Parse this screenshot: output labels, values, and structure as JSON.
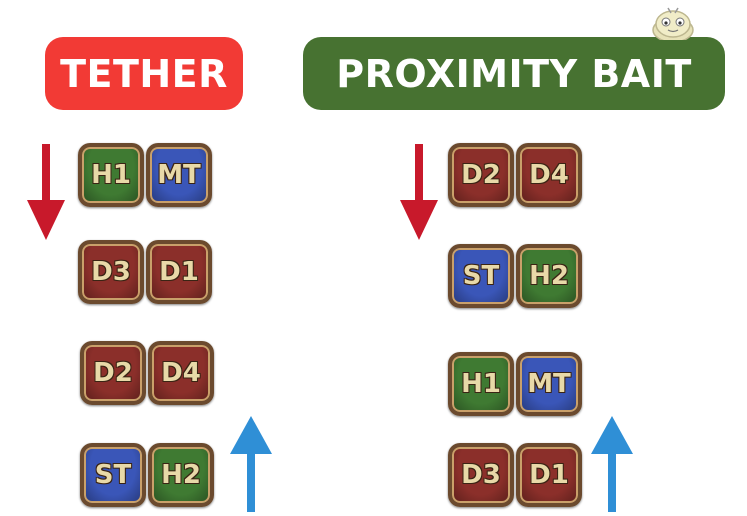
{
  "colors": {
    "tether_header": "#f23a35",
    "prox_header": "#477231",
    "dps": "#8b2f2a",
    "tank": "#3a56b8",
    "healer": "#3f7a32",
    "arrow_down": "#c8192b",
    "arrow_up": "#2f8fd6"
  },
  "headers": {
    "tether": "TETHER",
    "proximity": "PROXIMITY BAIT"
  },
  "tether": {
    "pairs": [
      {
        "roles": [
          {
            "label": "H1",
            "type": "healer"
          },
          {
            "label": "MT",
            "type": "tank"
          }
        ]
      },
      {
        "roles": [
          {
            "label": "D3",
            "type": "dps"
          },
          {
            "label": "D1",
            "type": "dps"
          }
        ]
      },
      {
        "roles": [
          {
            "label": "D2",
            "type": "dps"
          },
          {
            "label": "D4",
            "type": "dps"
          }
        ]
      },
      {
        "roles": [
          {
            "label": "ST",
            "type": "tank"
          },
          {
            "label": "H2",
            "type": "healer"
          }
        ]
      }
    ]
  },
  "proximity": {
    "pairs": [
      {
        "roles": [
          {
            "label": "D2",
            "type": "dps"
          },
          {
            "label": "D4",
            "type": "dps"
          }
        ]
      },
      {
        "roles": [
          {
            "label": "ST",
            "type": "tank"
          },
          {
            "label": "H2",
            "type": "healer"
          }
        ]
      },
      {
        "roles": [
          {
            "label": "H1",
            "type": "healer"
          },
          {
            "label": "MT",
            "type": "tank"
          }
        ]
      },
      {
        "roles": [
          {
            "label": "D3",
            "type": "dps"
          },
          {
            "label": "D1",
            "type": "dps"
          }
        ]
      }
    ]
  },
  "icons": {
    "down_arrow": "arrow-down-icon",
    "up_arrow": "arrow-up-icon",
    "mascot": "mascot-icon"
  }
}
